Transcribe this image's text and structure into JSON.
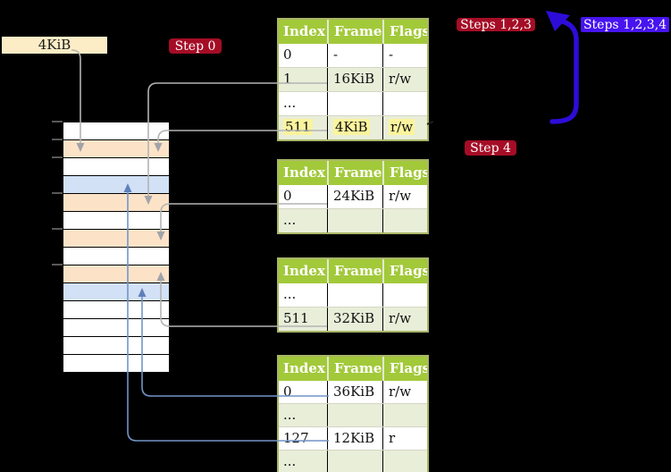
{
  "labels": {
    "page_size": "4KiB"
  },
  "badges": {
    "step0": "Step 0",
    "steps123": "Steps 1,2,3",
    "steps1234": "Steps 1,2,3,4",
    "step4": "Step 4"
  },
  "tables": [
    {
      "name": "page-table-top",
      "headers": [
        "Index",
        "Frame",
        "Flags"
      ],
      "rows": [
        [
          "0",
          "-",
          "-"
        ],
        [
          "1",
          "16KiB",
          "r/w"
        ],
        [
          "...",
          "",
          ""
        ],
        [
          "511",
          "4KiB",
          "r/w"
        ]
      ],
      "highlight_rows": [
        3
      ]
    },
    {
      "name": "page-table-second",
      "headers": [
        "Index",
        "Frame",
        "Flags"
      ],
      "rows": [
        [
          "0",
          "24KiB",
          "r/w"
        ],
        [
          "...",
          "",
          ""
        ]
      ],
      "highlight_rows": []
    },
    {
      "name": "page-table-third",
      "headers": [
        "Index",
        "Frame",
        "Flags"
      ],
      "rows": [
        [
          "...",
          "",
          ""
        ],
        [
          "511",
          "32KiB",
          "r/w"
        ]
      ],
      "highlight_rows": []
    },
    {
      "name": "page-table-bottom",
      "headers": [
        "Index",
        "Frame",
        "Flags"
      ],
      "rows": [
        [
          "0",
          "36KiB",
          "r/w"
        ],
        [
          "...",
          "",
          ""
        ],
        [
          "127",
          "12KiB",
          "r"
        ],
        [
          "...",
          "",
          ""
        ]
      ],
      "highlight_rows": []
    }
  ],
  "memory_strip": {
    "rows": [
      "white",
      "wheat",
      "white",
      "blue",
      "wheat",
      "white",
      "wheat",
      "white",
      "wheat",
      "blue",
      "white",
      "white",
      "white",
      "white"
    ]
  },
  "colors": {
    "badge_red": "#a50d26",
    "badge_blue": "#4714ef",
    "arrow_blue": "#2e0cd8",
    "table_header_green": "#a2c93a",
    "table_row_alt": "#e9eed9",
    "table_border_olive": "#a9b568",
    "highlight_yellow": "#fbf49d",
    "frame_wheat": "#fce3c8",
    "frame_blue": "#d2e1f5",
    "label_box_cream": "#fcedc6",
    "connector_grey": "#b4b4b4",
    "connector_grey_head": "#a2a2aa",
    "connector_blue": "#7294c8",
    "connector_blue_head": "#6080ba"
  }
}
